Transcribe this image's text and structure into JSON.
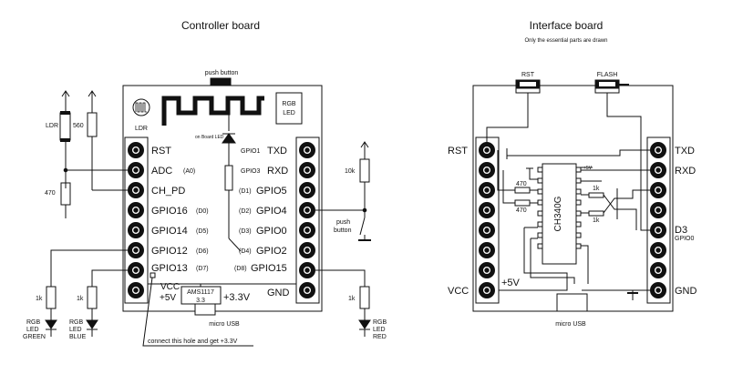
{
  "controller": {
    "title": "Controller board",
    "push_button_top": "push button",
    "ldr_icon_label": "LDR",
    "rgb_led_line1": "RGB",
    "rgb_led_line2": "LED",
    "onboard_led": "on Board LED",
    "left_pins": [
      {
        "name": "RST",
        "alias": ""
      },
      {
        "name": "ADC",
        "alias": "(A0)"
      },
      {
        "name": "CH_PD",
        "alias": ""
      },
      {
        "name": "GPIO16",
        "alias": "(D0)"
      },
      {
        "name": "GPIO14",
        "alias": "(D5)"
      },
      {
        "name": "GPIO12",
        "alias": "(D6)"
      },
      {
        "name": "GPIO13",
        "alias": "(D7)"
      }
    ],
    "right_pins": [
      {
        "name": "TXD",
        "alias": "GPIO1"
      },
      {
        "name": "RXD",
        "alias": "GPIO3"
      },
      {
        "name": "GPIO5",
        "alias": "(D1)"
      },
      {
        "name": "GPIO4",
        "alias": "(D2)"
      },
      {
        "name": "GPIO0",
        "alias": "(D3)"
      },
      {
        "name": "GPIO2",
        "alias": "(D4)"
      },
      {
        "name": "GPIO15",
        "alias": "(D8)"
      },
      {
        "name": "GND",
        "alias": ""
      }
    ],
    "vcc": "VCC",
    "plus5v": "+5V",
    "regulator_line1": "AMS1117",
    "regulator_line2": "3.3",
    "plus3v3": "+3.3V",
    "micro_usb": "micro USB",
    "hole_note": "connect this hole and get +3.3V",
    "ldr_label": "LDR",
    "r560": "560",
    "r470": "470",
    "r10k": "10k",
    "push_button_right_line1": "push",
    "push_button_right_line2": "button",
    "r1k_a": "1k",
    "r1k_b": "1k",
    "r1k_c": "1k",
    "led_green": [
      "RGB",
      "LED",
      "GREEN"
    ],
    "led_blue": [
      "RGB",
      "LED",
      "BLUE"
    ],
    "led_red": [
      "RGB",
      "LED",
      "RED"
    ]
  },
  "interface": {
    "title": "Interface board",
    "subtitle": "Only the essential parts are drawn",
    "rst_button": "RST",
    "flash_button": "FLASH",
    "left_labels": {
      "rst": "RST",
      "vcc": "VCC",
      "plus5v": "+5V"
    },
    "right_labels": {
      "txd": "TXD",
      "rxd": "RXD",
      "d3": "D3",
      "gpio0": "GPIO0",
      "gnd": "GND"
    },
    "chip": "CH340G",
    "r470_a": "470",
    "r470_b": "470",
    "r1k_a": "1k",
    "r1k_b": "1k",
    "plus5v_small": "+5V",
    "micro_usb": "micro USB"
  }
}
